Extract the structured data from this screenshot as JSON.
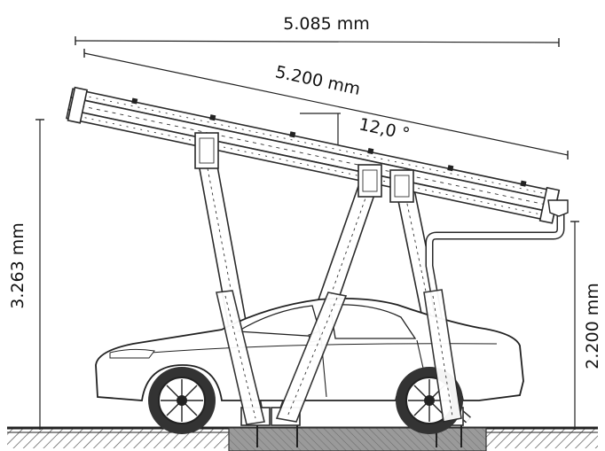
{
  "dimensions": {
    "horizontal_span": "5.085 mm",
    "panel_length": "5.200 mm",
    "tilt_angle": "12,0 °",
    "total_height": "3.263 mm",
    "clearance_height": "2.200 mm"
  },
  "colors": {
    "line": "#222222",
    "ground_hatch": "#555555",
    "foundation": "#8a8a8a"
  }
}
